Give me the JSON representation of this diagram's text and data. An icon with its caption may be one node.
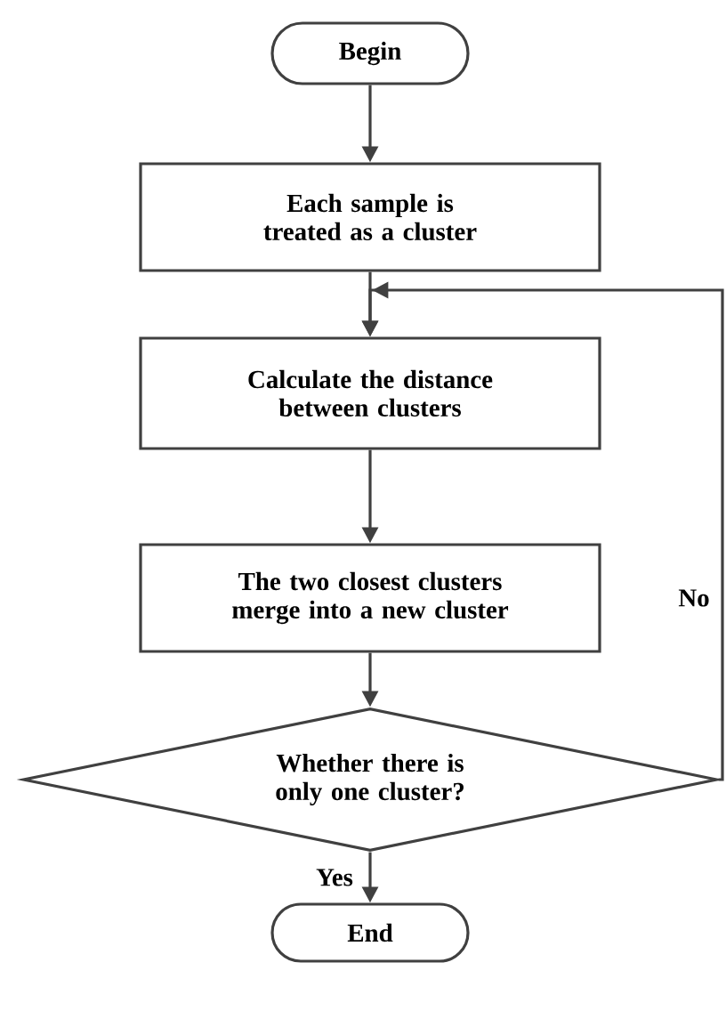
{
  "diagram": {
    "nodes": [
      {
        "text": [
          "Begin"
        ]
      },
      {
        "text": [
          "Each sample is treated as a cluster"
        ]
      },
      {
        "text": [
          "Calculate the distance between clusters"
        ]
      },
      {
        "text": [
          "The two closest clusters merge into a new cluster"
        ]
      },
      {
        "text": [
          "Whether there is only one cluster?"
        ]
      },
      {
        "text": [
          "End"
        ]
      }
    ],
    "edges": [
      {
        "from": 0,
        "to": 1,
        "arrow": "to"
      },
      {
        "from": 1,
        "to": 2,
        "arrow": "to"
      },
      {
        "from": 2,
        "to": 3,
        "arrow": "to"
      },
      {
        "from": 3,
        "to": 4,
        "arrow": "to"
      },
      {
        "from": 4,
        "to": 5,
        "arrow": "to",
        "label": "Yes"
      },
      {
        "from": 4,
        "to": 2,
        "arrow": "to",
        "label": "No"
      }
    ]
  }
}
